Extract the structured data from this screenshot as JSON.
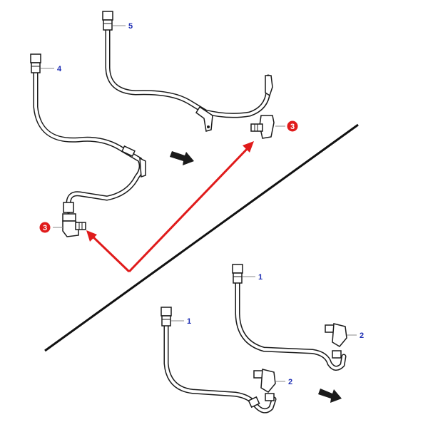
{
  "diagram": {
    "colors": {
      "pipe": "#1a1a1a",
      "pipe_fill": "#ffffff",
      "callout_number": "#1f2fb4",
      "highlight": "#e01b1b",
      "divider": "#111111"
    },
    "callouts": [
      {
        "id": "c5",
        "label": "5"
      },
      {
        "id": "c4",
        "label": "4"
      },
      {
        "id": "c3a",
        "label": "3"
      },
      {
        "id": "c3b",
        "label": "3"
      },
      {
        "id": "c1a",
        "label": "1"
      },
      {
        "id": "c1b",
        "label": "1"
      },
      {
        "id": "c2a",
        "label": "2"
      },
      {
        "id": "c2b",
        "label": "2"
      }
    ]
  }
}
